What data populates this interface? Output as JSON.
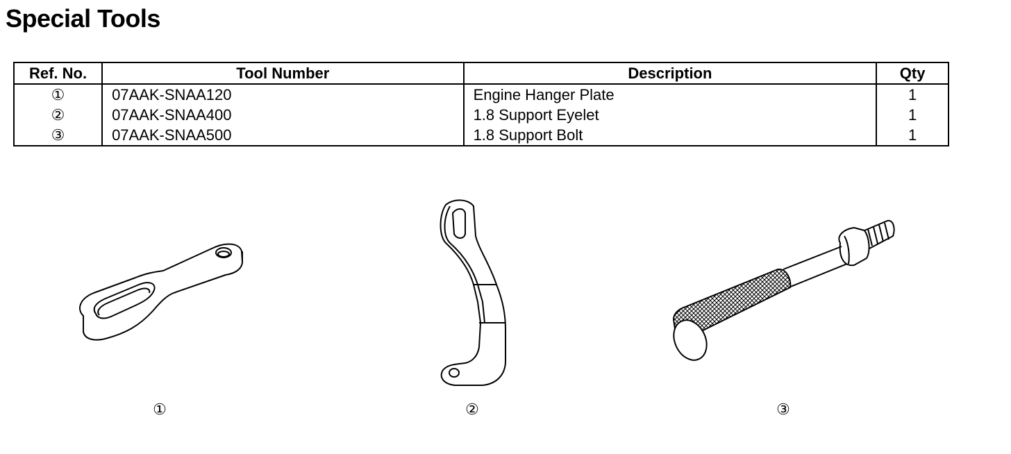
{
  "title": "Special Tools",
  "table": {
    "headers": {
      "ref": "Ref. No.",
      "tool": "Tool Number",
      "desc": "Description",
      "qty": "Qty"
    },
    "rows": [
      {
        "ref": "①",
        "tool": "07AAK-SNAA120",
        "desc": "Engine Hanger Plate",
        "qty": "1"
      },
      {
        "ref": "②",
        "tool": "07AAK-SNAA400",
        "desc": "1.8 Support Eyelet",
        "qty": "1"
      },
      {
        "ref": "③",
        "tool": "07AAK-SNAA500",
        "desc": "1.8 Support Bolt",
        "qty": "1"
      }
    ]
  },
  "illustrations": [
    {
      "caption": "①",
      "icon": "engine-hanger-plate-illustration"
    },
    {
      "caption": "②",
      "icon": "support-eyelet-illustration"
    },
    {
      "caption": "③",
      "icon": "support-bolt-illustration"
    }
  ]
}
